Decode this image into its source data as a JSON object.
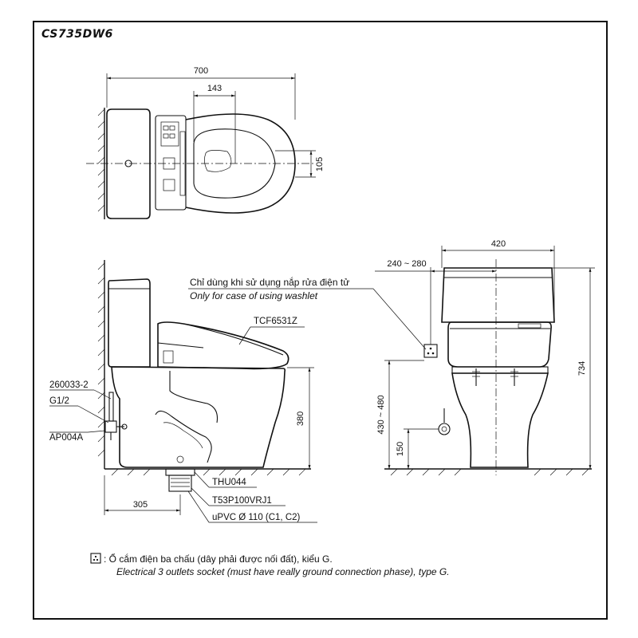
{
  "model_code": "CS735DW6",
  "top_view": {
    "dim_overall_length": "700",
    "dim_center_offset": "143",
    "dim_side": "105"
  },
  "side_view": {
    "note_vi": "Chỉ dùng khi sử dụng nắp rửa điện tử",
    "note_en": "Only for case of using washlet",
    "washlet_model": "TCF6531Z",
    "part_hose": "260033-2",
    "part_thread": "G1/2",
    "part_valve": "AP004A",
    "dim_seat_height": "380",
    "dim_outlet_distance": "305",
    "part_flange": "THU044",
    "part_drain_pipe": "T53P100VRJ1",
    "part_pvc": "uPVC Ø 110 (C1, C2)"
  },
  "front_view": {
    "dim_width": "420",
    "dim_socket_range": "240 ~ 280",
    "dim_socket_height": "430 ~ 480",
    "dim_height": "734",
    "dim_inlet_height": "150"
  },
  "legend": {
    "socket_icon": "socket-icon",
    "text_vi": ": Ổ cắm điện ba chấu (dây phải được nối đất), kiểu G.",
    "text_en": "Electrical 3 outlets socket (must have really ground connection phase), type G."
  }
}
